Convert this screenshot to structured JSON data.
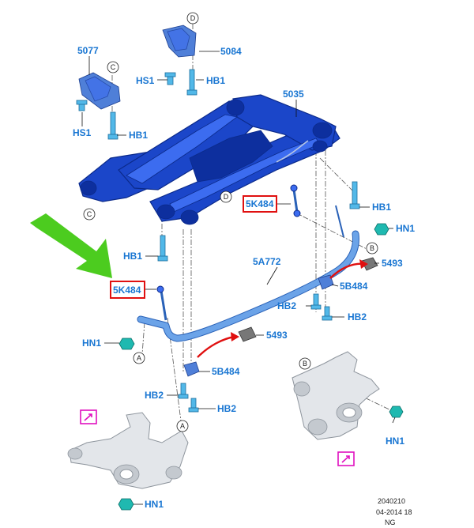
{
  "labels": {
    "l5077": "5077",
    "l5084": "5084",
    "l5035": "5035",
    "l5K484_top": "5K484",
    "l5K484_left": "5K484",
    "l5A772": "5A772",
    "l5493_right": "5493",
    "l5493_mid": "5493",
    "l5B484_right": "5B484",
    "l5B484_mid": "5B484",
    "hs1_top": "HS1",
    "hb1_top": "HB1",
    "hs1_left": "HS1",
    "hb1_left": "HB1",
    "hb1_right": "HB1",
    "hn1_right": "HN1",
    "hb1_lower": "HB1",
    "hn1_left": "HN1",
    "hb2_right_a": "HB2",
    "hb2_right_b": "HB2",
    "hb2_mid_a": "HB2",
    "hb2_mid_b": "HB2",
    "hn1_knuckle": "HN1",
    "hn1_bottom": "HN1"
  },
  "callouts": {
    "c_top": "C",
    "c_left": "C",
    "d_top": "D",
    "d_mid": "D",
    "b_bar": "B",
    "b_knuckle": "B",
    "a_bar": "A",
    "a_knuckle": "A"
  },
  "footer": {
    "code": "2040210",
    "date": "04-2014 18",
    "market": "NG"
  },
  "colors": {
    "label_blue": "#1976d2",
    "frame_blue": "#1b46c9",
    "highlight_red": "#e01010",
    "arrow_green": "#4ccc1f",
    "marker_magenta": "#e010c0"
  }
}
